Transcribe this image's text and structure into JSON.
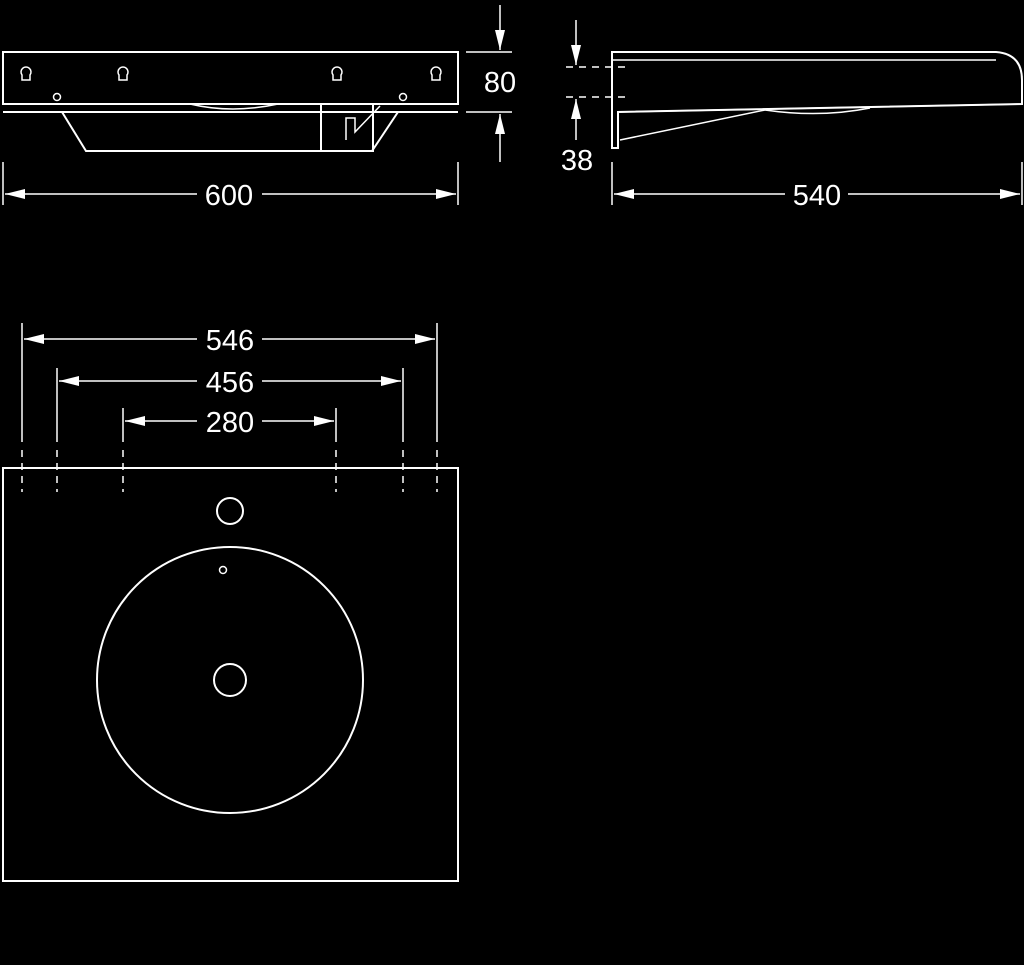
{
  "front_view": {
    "width_label": "600",
    "height_label": "80"
  },
  "side_view": {
    "depth_label": "540",
    "rim_label": "38"
  },
  "top_view": {
    "dim_outer_label": "546",
    "dim_mid_label": "456",
    "dim_inner_label": "280"
  },
  "colors": {
    "background": "#000000",
    "line": "#ffffff"
  }
}
